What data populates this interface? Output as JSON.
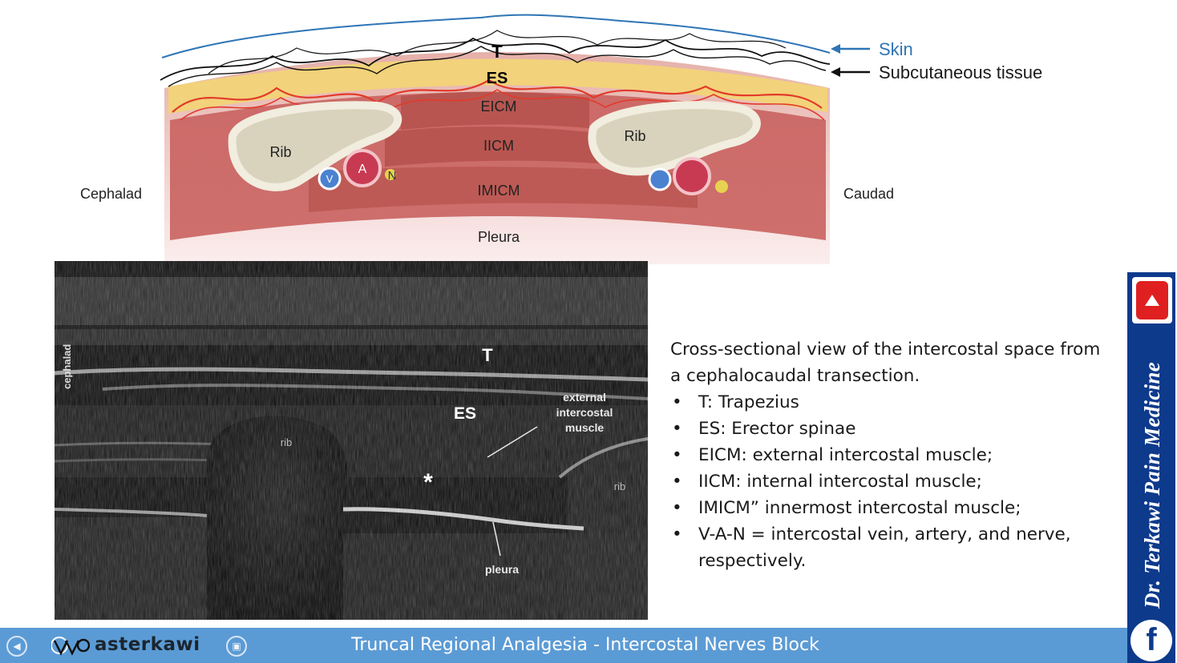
{
  "diagram": {
    "labels": {
      "t": "T",
      "es": "ES",
      "eicm": "EICM",
      "iicm": "IICM",
      "imicm": "IMICM",
      "pleura": "Pleura",
      "rib_left": "Rib",
      "rib_right": "Rib",
      "vein": "V",
      "artery": "A",
      "nerve": "N",
      "cephalad": "Cephalad",
      "caudad": "Caudad",
      "skin": "Skin",
      "subcutaneous": "Subcutaneous tissue"
    }
  },
  "ultrasound": {
    "labels": {
      "cephalad": "cephalad",
      "t": "T",
      "es": "ES",
      "eicm_line1": "external",
      "eicm_line2": "intercostal",
      "eicm_line3": "muscle",
      "rib_left": "rib",
      "rib_right": "rib",
      "asterisk": "*",
      "pleura": "pleura"
    }
  },
  "description": {
    "intro": "Cross-sectional view of the intercostal space from a cephalocaudal transection.",
    "items": [
      "T: Trapezius",
      "ES: Erector spinae",
      "EICM: external intercostal muscle;",
      "IICM: internal intercostal muscle;",
      "IMICM” innermost intercostal muscle;",
      "V-A-N = intercostal vein, artery, and nerve, respectively."
    ]
  },
  "sidebar": {
    "title": "Dr. Terkawi Pain Medicine",
    "youtube_icon": "youtube-icon",
    "facebook_icon": "facebook-icon",
    "facebook_glyph": "f"
  },
  "footer": {
    "title": "Truncal Regional Analgesia - Intercostal Nerves Block",
    "watermark": "asterkawi",
    "bar_color": "#5b9bd5"
  },
  "colors": {
    "muscle": "#c9625f",
    "muscle_light": "#e3a19c",
    "fat": "#f2d27a",
    "rib": "#d9d3bd",
    "vein": "#4a82d0",
    "artery": "#c83a52",
    "nerve": "#e6d250",
    "skin_arrow": "#2e75b6",
    "sidebar": "#0e3a8c"
  }
}
